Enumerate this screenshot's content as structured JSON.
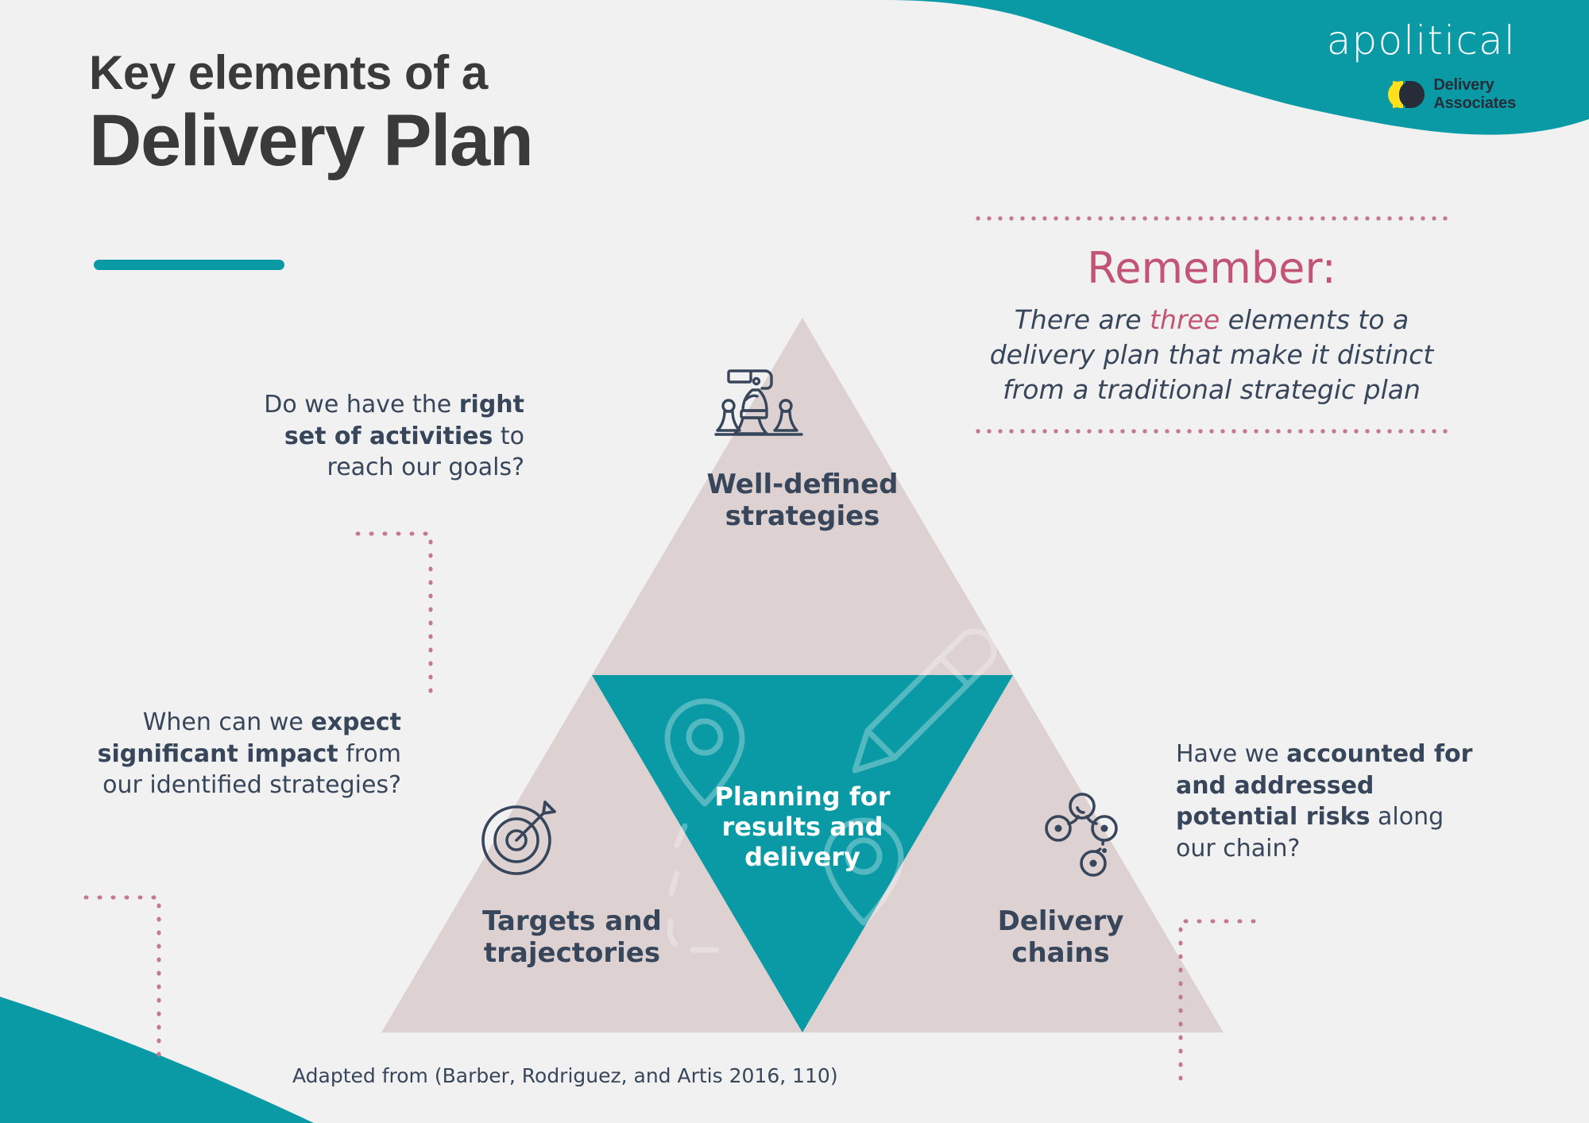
{
  "meta": {
    "background_color": "#f2f1f1",
    "teal": "#0a9aa6",
    "mauve": "#ddd2d1",
    "navy": "#37465a",
    "rose": "#c25576",
    "dot_rose": "#c3798f",
    "yellow": "#ffe01b",
    "dark": "#262d38"
  },
  "header": {
    "title_line1": "Key elements of a",
    "title_line2": "Delivery Plan"
  },
  "brand": {
    "apolitical": "apolitical",
    "delivery_associates_line1": "Delivery",
    "delivery_associates_line2": "Associates"
  },
  "remember": {
    "heading": "Remember:",
    "body_part1": "There are ",
    "body_accent": "three",
    "body_part2": " elements to a delivery plan that make it distinct from a traditional strategic plan"
  },
  "diagram": {
    "nodes": [
      {
        "id": "well-defined-strategies",
        "label_line1": "Well-defined",
        "label_line2": "strategies",
        "icon": "chess-pieces-icon",
        "fill": "#ddd2d1",
        "text_color": "#37465a"
      },
      {
        "id": "targets-and-trajectories",
        "label_line1": "Targets and",
        "label_line2": "trajectories",
        "icon": "target-dartboard-icon",
        "fill": "#ddd2d1",
        "text_color": "#37465a"
      },
      {
        "id": "delivery-chains",
        "label_line1": "Delivery",
        "label_line2": "chains",
        "icon": "chain-nodes-icon",
        "fill": "#ddd2d1",
        "text_color": "#37465a"
      },
      {
        "id": "planning-for-results-and-delivery",
        "label_line1": "Planning for",
        "label_line2": "results and",
        "label_line3": "delivery",
        "icon": "map-pin-route-pencil-icon",
        "fill": "#0a9aa6",
        "text_color": "#ffffff"
      }
    ]
  },
  "callouts": [
    {
      "id": "callout-strategies",
      "segments": [
        {
          "text": "Do we have the ",
          "bold": false
        },
        {
          "text": "right set of activities",
          "bold": true
        },
        {
          "text": " to reach our goals?",
          "bold": false
        }
      ]
    },
    {
      "id": "callout-targets",
      "segments": [
        {
          "text": "When can we ",
          "bold": false
        },
        {
          "text": "expect significant impact",
          "bold": true
        },
        {
          "text": " from our identified strategies?",
          "bold": false
        }
      ]
    },
    {
      "id": "callout-chains",
      "segments": [
        {
          "text": "Have we ",
          "bold": false
        },
        {
          "text": "accounted for and addressed potential risks",
          "bold": true
        },
        {
          "text": " along our chain?",
          "bold": false
        }
      ]
    }
  ],
  "footer": {
    "attribution": "Adapted from (Barber, Rodriguez, and Artis 2016, 110)"
  }
}
